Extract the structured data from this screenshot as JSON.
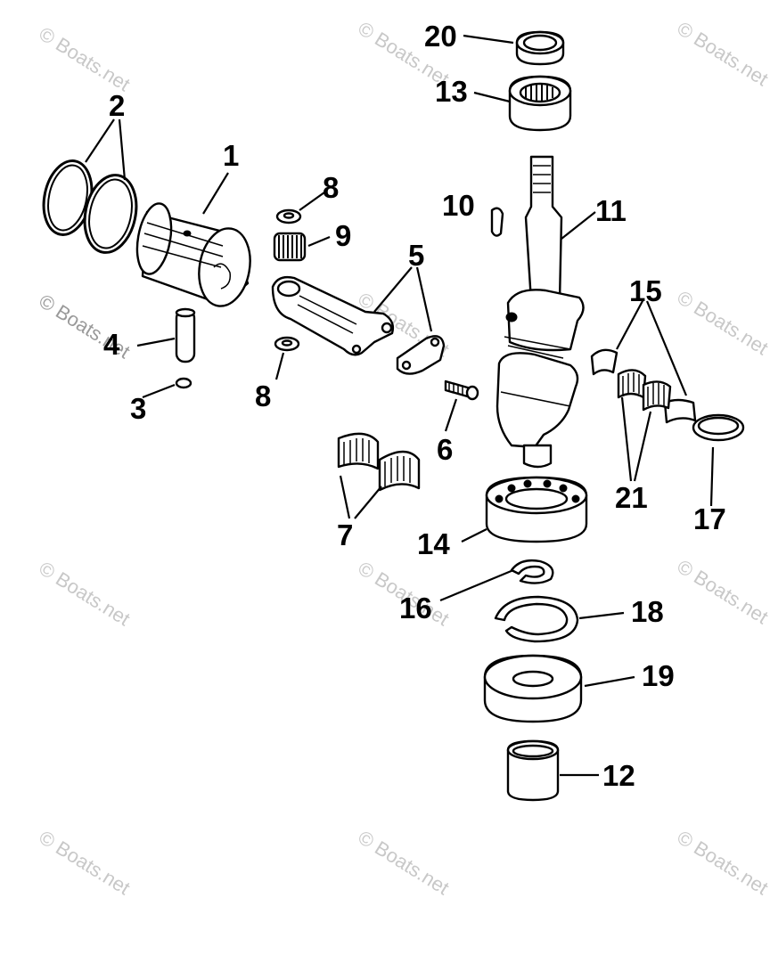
{
  "diagram": {
    "watermark_text": "© Boats.net",
    "callouts": [
      "1",
      "2",
      "3",
      "4",
      "5",
      "6",
      "7",
      "8",
      "8",
      "9",
      "10",
      "11",
      "12",
      "13",
      "14",
      "15",
      "16",
      "17",
      "18",
      "19",
      "20",
      "21"
    ]
  }
}
